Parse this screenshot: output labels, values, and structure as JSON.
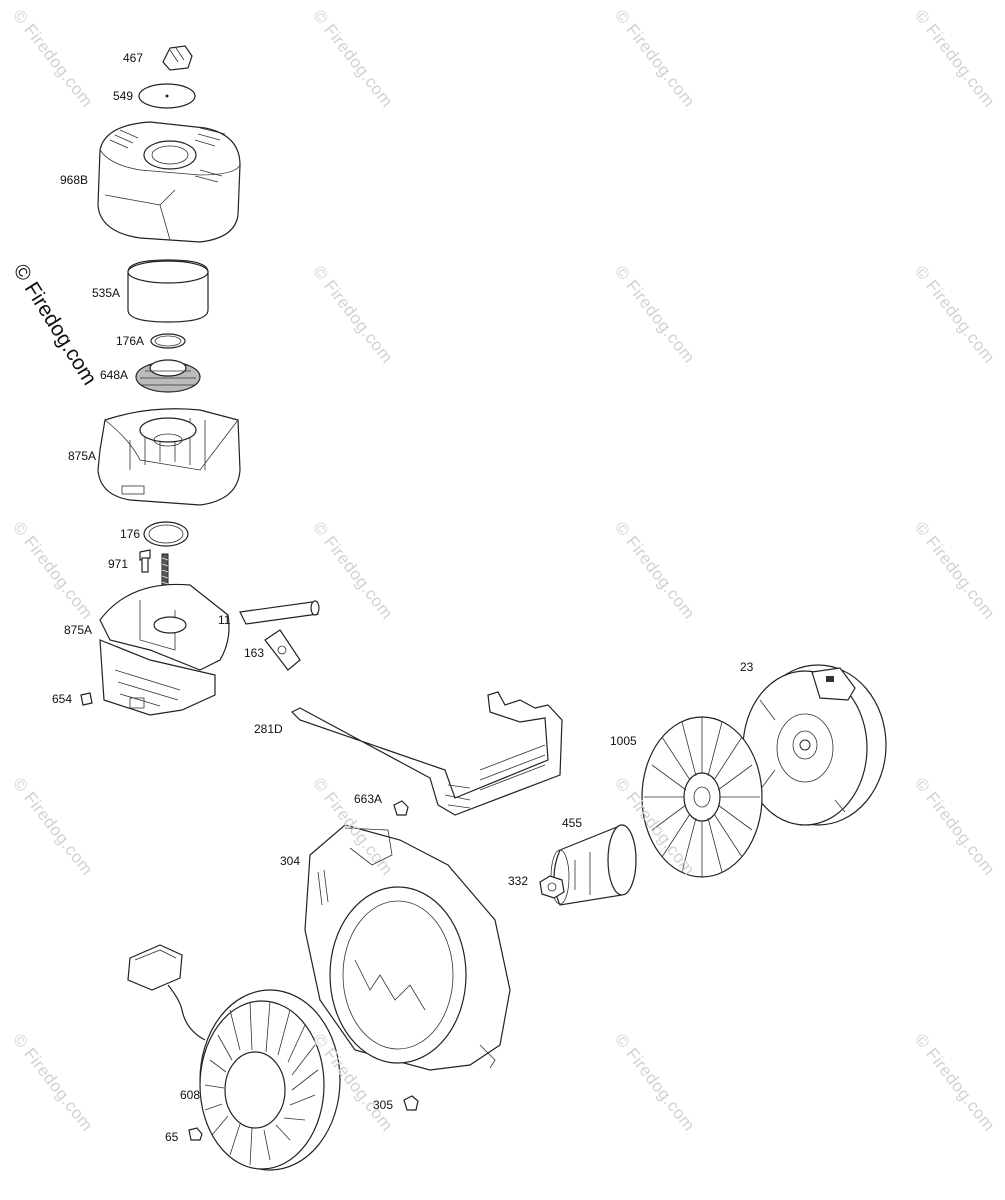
{
  "watermark": {
    "text": "© Firedog.com",
    "color": "#d2d2d2",
    "main_color": "#111111"
  },
  "labels": {
    "p467": "467",
    "p549": "549",
    "p968B": "968B",
    "p535A": "535A",
    "p176A": "176A",
    "p648A": "648A",
    "p875A_top": "875A",
    "p176": "176",
    "p971": "971",
    "p875A_bottom": "875A",
    "p11": "11",
    "p163": "163",
    "p654": "654",
    "p281D": "281D",
    "p663A": "663A",
    "p23": "23",
    "p1005": "1005",
    "p455": "455",
    "p332": "332",
    "p304": "304",
    "p608": "608",
    "p305": "305",
    "p65": "65"
  }
}
